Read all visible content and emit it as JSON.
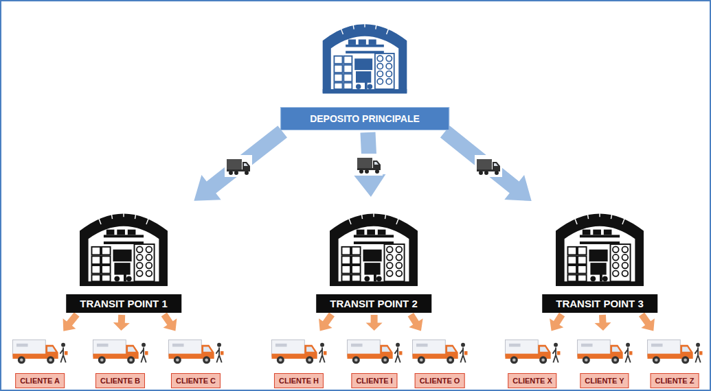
{
  "diagram": {
    "nodes": [
      {
        "text": [
          "DEPOSITO PRINCIPALE"
        ]
      },
      {
        "text": [
          "TRANSIT POINT 1"
        ]
      },
      {
        "text": [
          "TRANSIT POINT 2"
        ]
      },
      {
        "text": [
          "TRANSIT POINT 3"
        ]
      },
      {
        "text": [
          "CLIENTE A"
        ]
      },
      {
        "text": [
          "CLIENTE B"
        ]
      },
      {
        "text": [
          "CLIENTE C"
        ]
      },
      {
        "text": [
          "CLIENTE H"
        ]
      },
      {
        "text": [
          "CLIENTE I"
        ]
      },
      {
        "text": [
          "CLIENTE O"
        ]
      },
      {
        "text": [
          "CLIENTE X"
        ]
      },
      {
        "text": [
          "CLIENTE Y"
        ]
      },
      {
        "text": [
          "CLIENTE Z"
        ]
      }
    ],
    "edges": [
      {
        "from": 0,
        "to": 1,
        "arrow": "to"
      },
      {
        "from": 0,
        "to": 2,
        "arrow": "to"
      },
      {
        "from": 0,
        "to": 3,
        "arrow": "to"
      },
      {
        "from": 1,
        "to": 4,
        "arrow": "to"
      },
      {
        "from": 1,
        "to": 5,
        "arrow": "to"
      },
      {
        "from": 1,
        "to": 6,
        "arrow": "to"
      },
      {
        "from": 2,
        "to": 7,
        "arrow": "to"
      },
      {
        "from": 2,
        "to": 8,
        "arrow": "to"
      },
      {
        "from": 2,
        "to": 9,
        "arrow": "to"
      },
      {
        "from": 3,
        "to": 10,
        "arrow": "to"
      },
      {
        "from": 3,
        "to": 11,
        "arrow": "to"
      },
      {
        "from": 3,
        "to": 12,
        "arrow": "to"
      }
    ]
  }
}
